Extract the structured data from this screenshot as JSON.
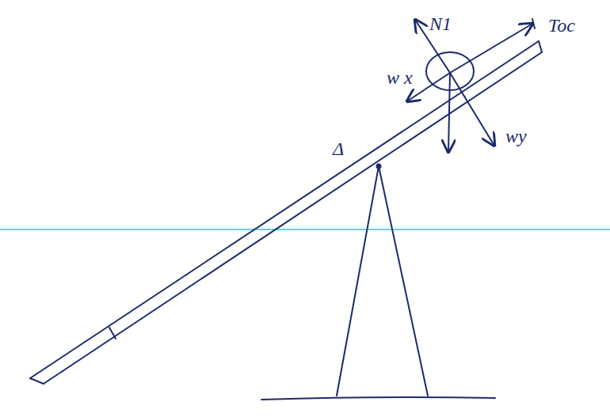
{
  "diagram": {
    "labels": [
      "N1",
      "Toc",
      "w x",
      "wy",
      "Δ"
    ]
  }
}
